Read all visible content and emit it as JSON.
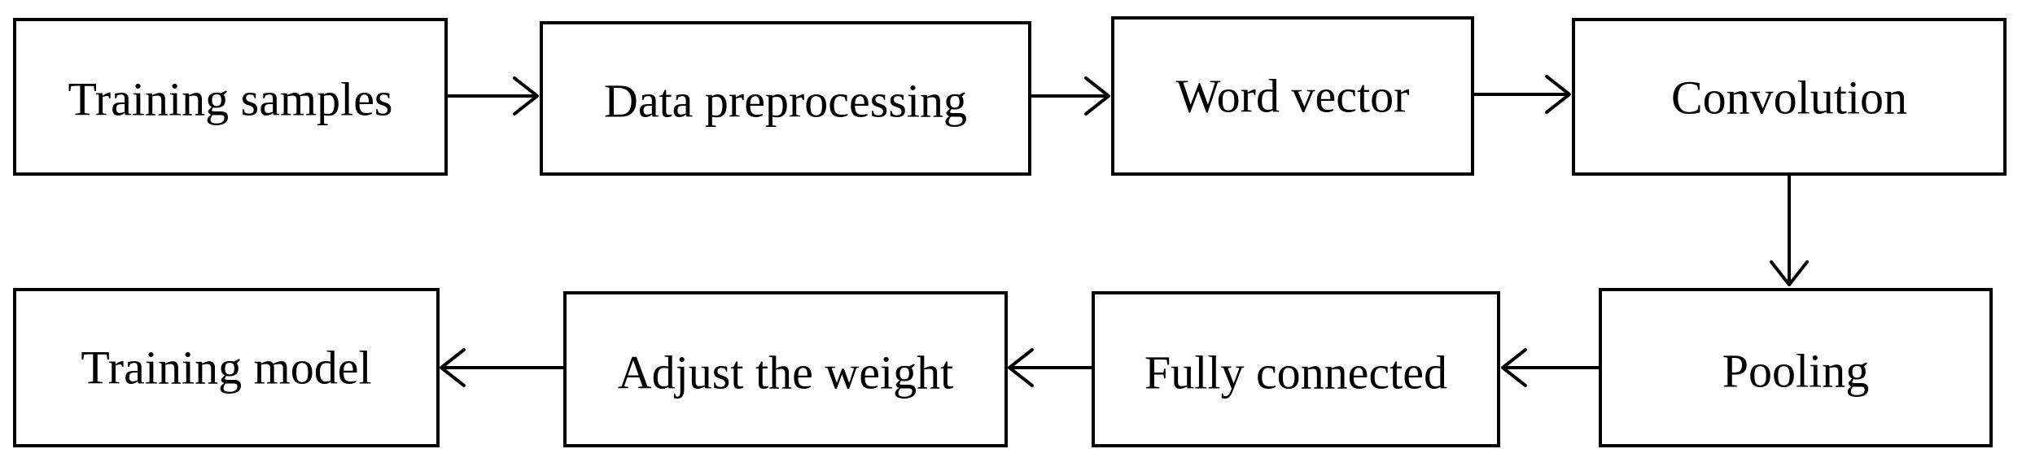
{
  "diagram": {
    "nodes": {
      "training_samples": "Training samples",
      "data_preprocessing": "Data preprocessing",
      "word_vector": "Word vector",
      "convolution": "Convolution",
      "pooling": "Pooling",
      "fully_connected": "Fully connected",
      "adjust_the_weight": "Adjust the weight",
      "training_model": "Training model"
    },
    "edges": [
      {
        "from": "training_samples",
        "to": "data_preprocessing"
      },
      {
        "from": "data_preprocessing",
        "to": "word_vector"
      },
      {
        "from": "word_vector",
        "to": "convolution"
      },
      {
        "from": "convolution",
        "to": "pooling"
      },
      {
        "from": "pooling",
        "to": "fully_connected"
      },
      {
        "from": "fully_connected",
        "to": "adjust_the_weight"
      },
      {
        "from": "adjust_the_weight",
        "to": "training_model"
      }
    ]
  }
}
